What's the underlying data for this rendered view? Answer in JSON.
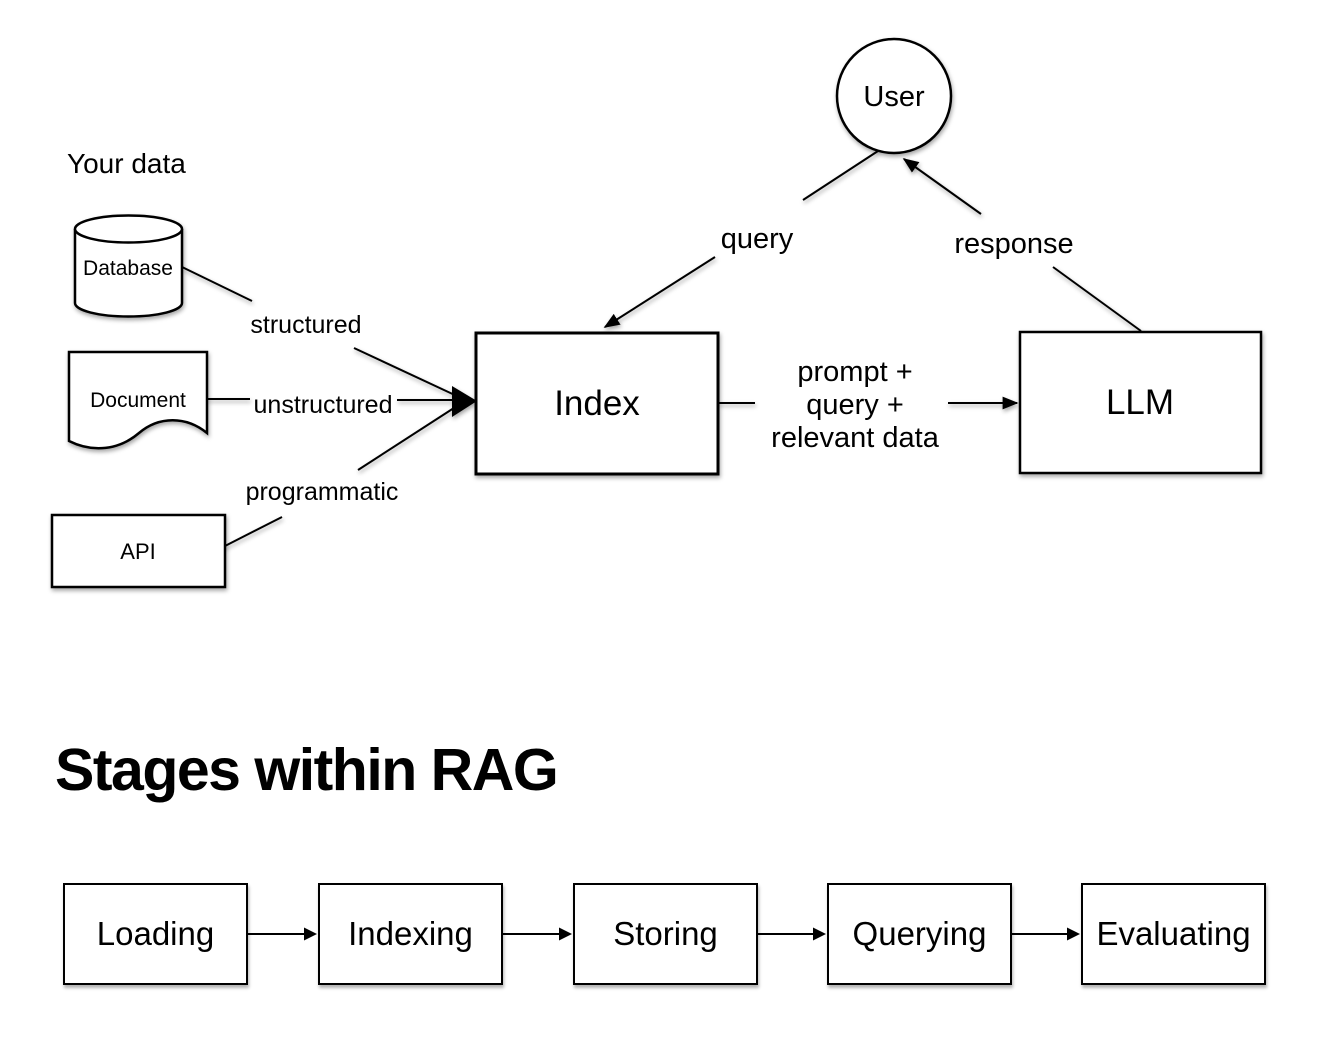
{
  "diagram": {
    "user_label": "User",
    "your_data_label": "Your data",
    "database_label": "Database",
    "document_label": "Document",
    "api_label": "API",
    "structured_label": "structured",
    "unstructured_label": "unstructured",
    "programmatic_label": "programmatic",
    "index_label": "Index",
    "llm_label": "LLM",
    "query_label": "query",
    "response_label": "response",
    "prompt_lines": [
      "prompt +",
      "query +",
      "relevant data"
    ]
  },
  "stages": {
    "heading": "Stages within RAG",
    "items": [
      "Loading",
      "Indexing",
      "Storing",
      "Querying",
      "Evaluating"
    ]
  },
  "colors": {
    "stroke": "#000000",
    "background": "#ffffff",
    "text": "#000000"
  }
}
